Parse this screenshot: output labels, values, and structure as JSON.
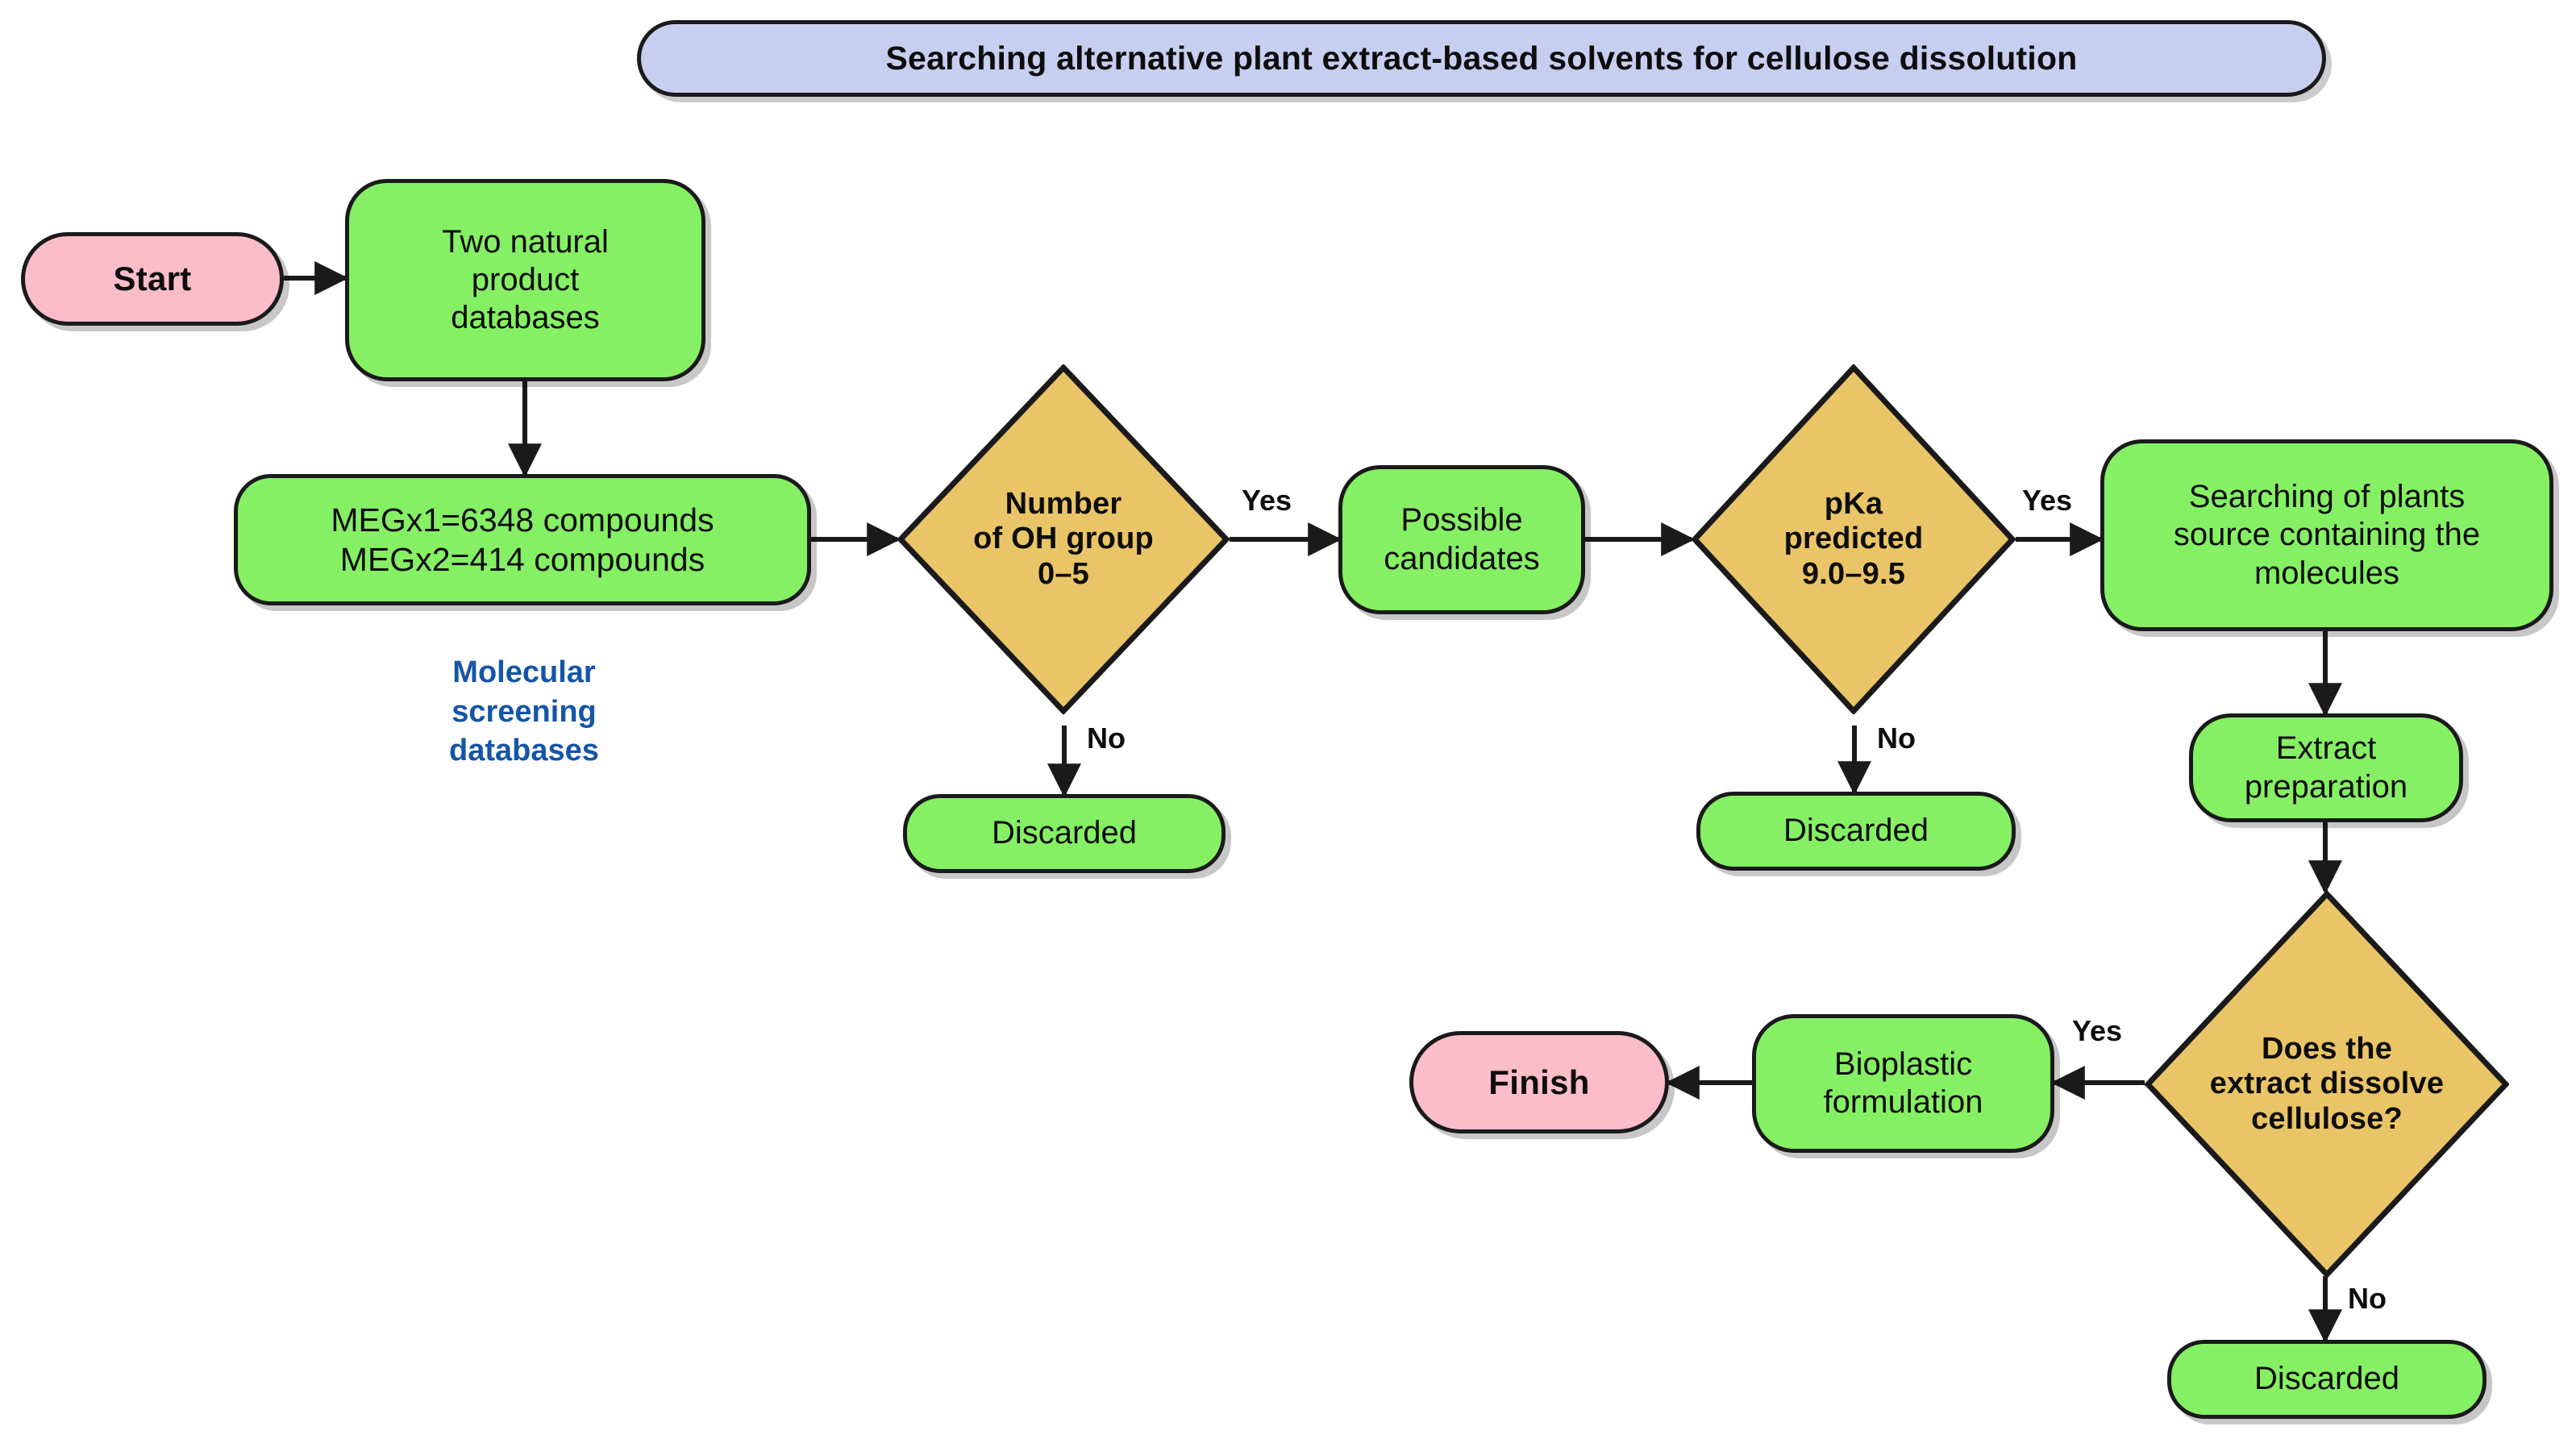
{
  "banner": {
    "title": "Searching alternative plant extract-based solvents for cellulose dissolution"
  },
  "colors": {
    "banner_fill": "#C6CFF0",
    "terminator_fill": "#FBBDC8",
    "process_fill": "#86F064",
    "decision_fill": "#EAC567",
    "stroke": "#1a1a1a",
    "caption_blue": "#1455A8"
  },
  "nodes": {
    "start": {
      "label": "Start",
      "type": "terminator"
    },
    "two_databases": {
      "label": "Two natural\nproduct\ndatabases",
      "type": "process"
    },
    "megx_counts": {
      "label": "MEGx1=6348 compounds\nMEGx2=414 compounds",
      "type": "process"
    },
    "oh_decision": {
      "label": "Number\nof OH group\n0–5",
      "type": "decision"
    },
    "discarded_oh": {
      "label": "Discarded",
      "type": "process"
    },
    "possible_candidates": {
      "label": "Possible\ncandidates",
      "type": "process"
    },
    "pka_decision": {
      "label": "pKa\npredicted\n9.0–9.5",
      "type": "decision"
    },
    "discarded_pka": {
      "label": "Discarded",
      "type": "process"
    },
    "plant_search": {
      "label": "Searching of plants\nsource containing the\nmolecules",
      "type": "process"
    },
    "extract_prep": {
      "label": "Extract\npreparation",
      "type": "process"
    },
    "dissolve_decision": {
      "label": "Does the\nextract dissolve\ncellulose?",
      "type": "decision"
    },
    "discarded_dissolve": {
      "label": "Discarded",
      "type": "process"
    },
    "bioplastic": {
      "label": "Bioplastic\nformulation",
      "type": "process"
    },
    "finish": {
      "label": "Finish",
      "type": "terminator"
    }
  },
  "captions": {
    "molecular_screening": "Molecular\nscreening\ndatabases"
  },
  "edge_labels": {
    "oh_yes": "Yes",
    "oh_no": "No",
    "pka_yes": "Yes",
    "pka_no": "No",
    "dissolve_yes": "Yes",
    "dissolve_no": "No"
  },
  "chart_data": {
    "type": "flowchart",
    "title": "Searching alternative plant extract-based solvents for cellulose dissolution",
    "nodes": [
      {
        "id": "start",
        "label": "Start",
        "shape": "stadium",
        "fill": "#FBBDC8"
      },
      {
        "id": "two_databases",
        "label": "Two natural product databases",
        "shape": "rounded-rect",
        "fill": "#86F064"
      },
      {
        "id": "megx_counts",
        "label": "MEGx1=6348 compounds MEGx2=414 compounds",
        "shape": "rounded-rect",
        "fill": "#86F064"
      },
      {
        "id": "oh_decision",
        "label": "Number of OH group 0–5",
        "shape": "diamond",
        "fill": "#EAC567"
      },
      {
        "id": "discarded_oh",
        "label": "Discarded",
        "shape": "rounded-rect",
        "fill": "#86F064"
      },
      {
        "id": "possible_candidates",
        "label": "Possible candidates",
        "shape": "rounded-rect",
        "fill": "#86F064"
      },
      {
        "id": "pka_decision",
        "label": "pKa predicted 9.0–9.5",
        "shape": "diamond",
        "fill": "#EAC567"
      },
      {
        "id": "discarded_pka",
        "label": "Discarded",
        "shape": "rounded-rect",
        "fill": "#86F064"
      },
      {
        "id": "plant_search",
        "label": "Searching of plants source containing the molecules",
        "shape": "rounded-rect",
        "fill": "#86F064"
      },
      {
        "id": "extract_prep",
        "label": "Extract preparation",
        "shape": "rounded-rect",
        "fill": "#86F064"
      },
      {
        "id": "dissolve_decision",
        "label": "Does the extract dissolve cellulose?",
        "shape": "diamond",
        "fill": "#EAC567"
      },
      {
        "id": "discarded_dissolve",
        "label": "Discarded",
        "shape": "rounded-rect",
        "fill": "#86F064"
      },
      {
        "id": "bioplastic",
        "label": "Bioplastic formulation",
        "shape": "rounded-rect",
        "fill": "#86F064"
      },
      {
        "id": "finish",
        "label": "Finish",
        "shape": "stadium",
        "fill": "#FBBDC8"
      }
    ],
    "edges": [
      {
        "from": "start",
        "to": "two_databases",
        "label": ""
      },
      {
        "from": "two_databases",
        "to": "megx_counts",
        "label": ""
      },
      {
        "from": "megx_counts",
        "to": "oh_decision",
        "label": ""
      },
      {
        "from": "oh_decision",
        "to": "possible_candidates",
        "label": "Yes"
      },
      {
        "from": "oh_decision",
        "to": "discarded_oh",
        "label": "No"
      },
      {
        "from": "possible_candidates",
        "to": "pka_decision",
        "label": ""
      },
      {
        "from": "pka_decision",
        "to": "plant_search",
        "label": "Yes"
      },
      {
        "from": "pka_decision",
        "to": "discarded_pka",
        "label": "No"
      },
      {
        "from": "plant_search",
        "to": "extract_prep",
        "label": ""
      },
      {
        "from": "extract_prep",
        "to": "dissolve_decision",
        "label": ""
      },
      {
        "from": "dissolve_decision",
        "to": "bioplastic",
        "label": "Yes"
      },
      {
        "from": "dissolve_decision",
        "to": "discarded_dissolve",
        "label": "No"
      },
      {
        "from": "bioplastic",
        "to": "finish",
        "label": ""
      }
    ],
    "annotations": [
      {
        "text": "Molecular screening databases",
        "color": "#1455A8",
        "near": "megx_counts"
      }
    ]
  }
}
